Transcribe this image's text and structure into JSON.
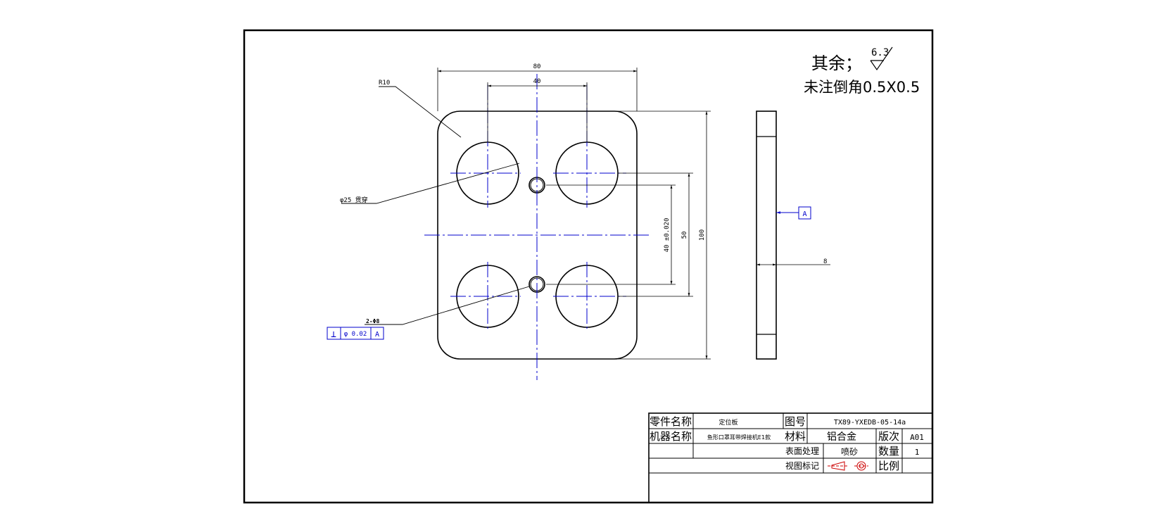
{
  "notes": {
    "remainder_label": "其余；",
    "roughness_value": "6.3",
    "chamfer_note": "未注倒角0.5X0.5"
  },
  "dimensions": {
    "overall_width": "80",
    "hole_spacing_x": "40",
    "corner_radius": "R10",
    "overall_height": "100",
    "mid_height": "50",
    "pin_spacing": "40 ±0.020",
    "thickness": "8",
    "large_hole_callout": "φ25 贯穿",
    "pin_hole_callout": "2-Φ8"
  },
  "datum": {
    "label": "A"
  },
  "tolerance_frame": {
    "symbol": "⊥",
    "value": "φ 0.02",
    "datum": "A"
  },
  "title_block": {
    "part_name_label": "零件名称",
    "part_name_value": "定位板",
    "drawing_no_label": "图号",
    "drawing_no_value": "TX89-YXEDB-05-14a",
    "machine_name_label": "机器名称",
    "machine_name_value": "鱼形口罩耳带焊接机E1款",
    "material_label": "材料",
    "material_value": "铝合金",
    "revision_label": "版次",
    "revision_value": "A01",
    "surface_label": "表面处理",
    "surface_value": "喷砂",
    "quantity_label": "数量",
    "quantity_value": "1",
    "view_mark_label": "视图标记",
    "scale_label": "比例",
    "scale_value": ""
  },
  "colors": {
    "line": "#000000",
    "centerline": "#0000cc",
    "annotation": "#0000cc"
  }
}
